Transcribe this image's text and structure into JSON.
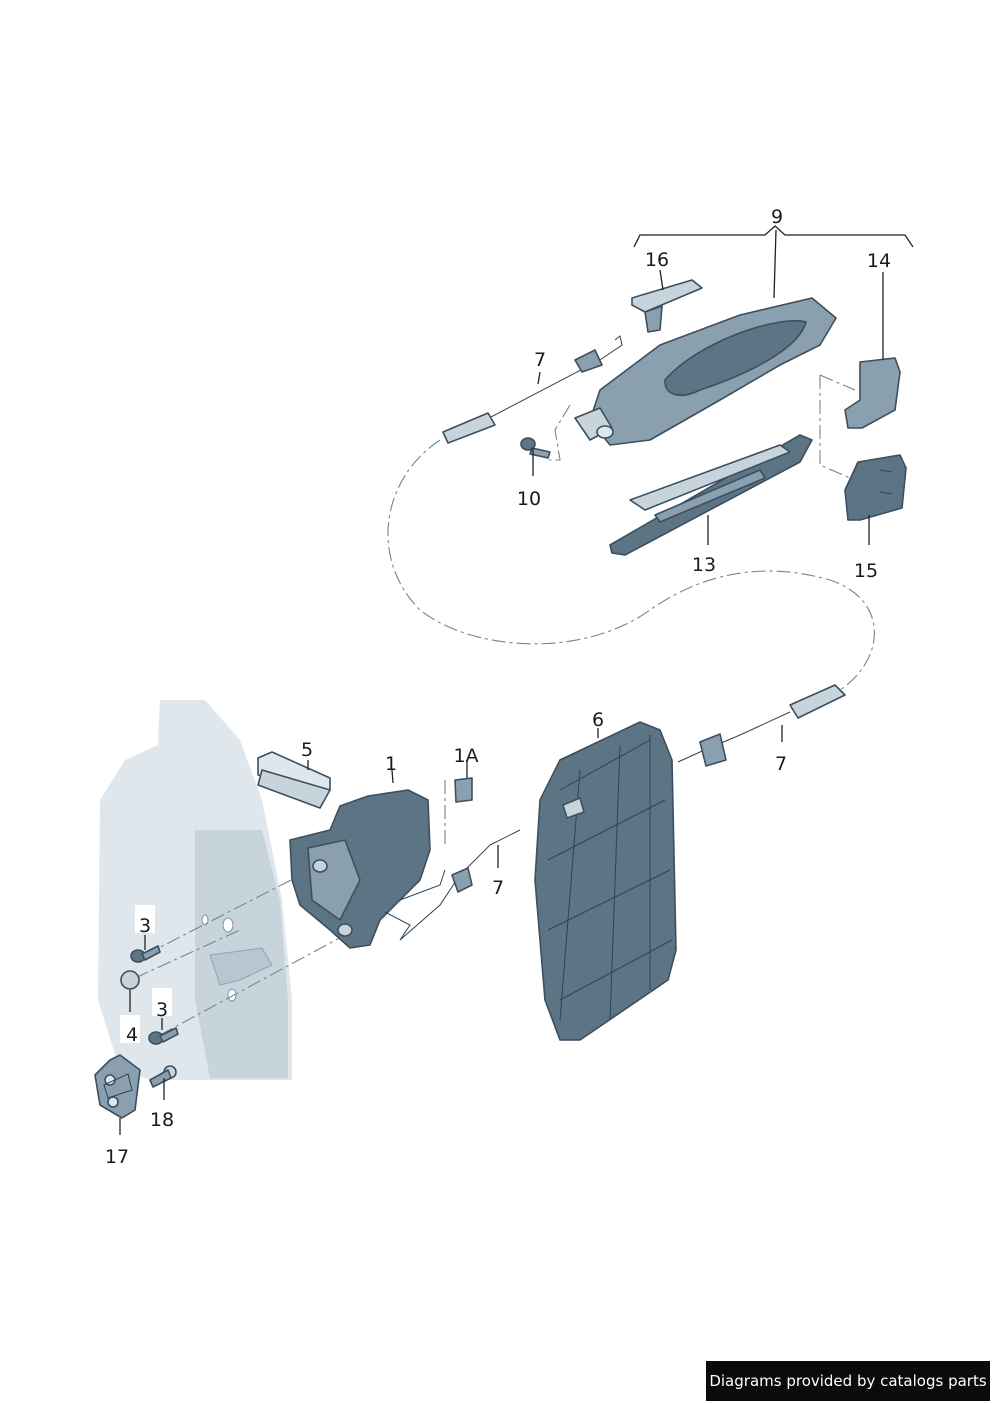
{
  "callouts": {
    "c9": "9",
    "c16": "16",
    "c14": "14",
    "c7a": "7",
    "c10": "10",
    "c13": "13",
    "c15": "15",
    "c6": "6",
    "c7b": "7",
    "c5": "5",
    "c1": "1",
    "c1a": "1A",
    "c7c": "7",
    "c3a": "3",
    "c4": "4",
    "c3b": "3",
    "c18": "18",
    "c17": "17"
  },
  "footer": {
    "credit": "Diagrams provided by catalogs parts"
  }
}
